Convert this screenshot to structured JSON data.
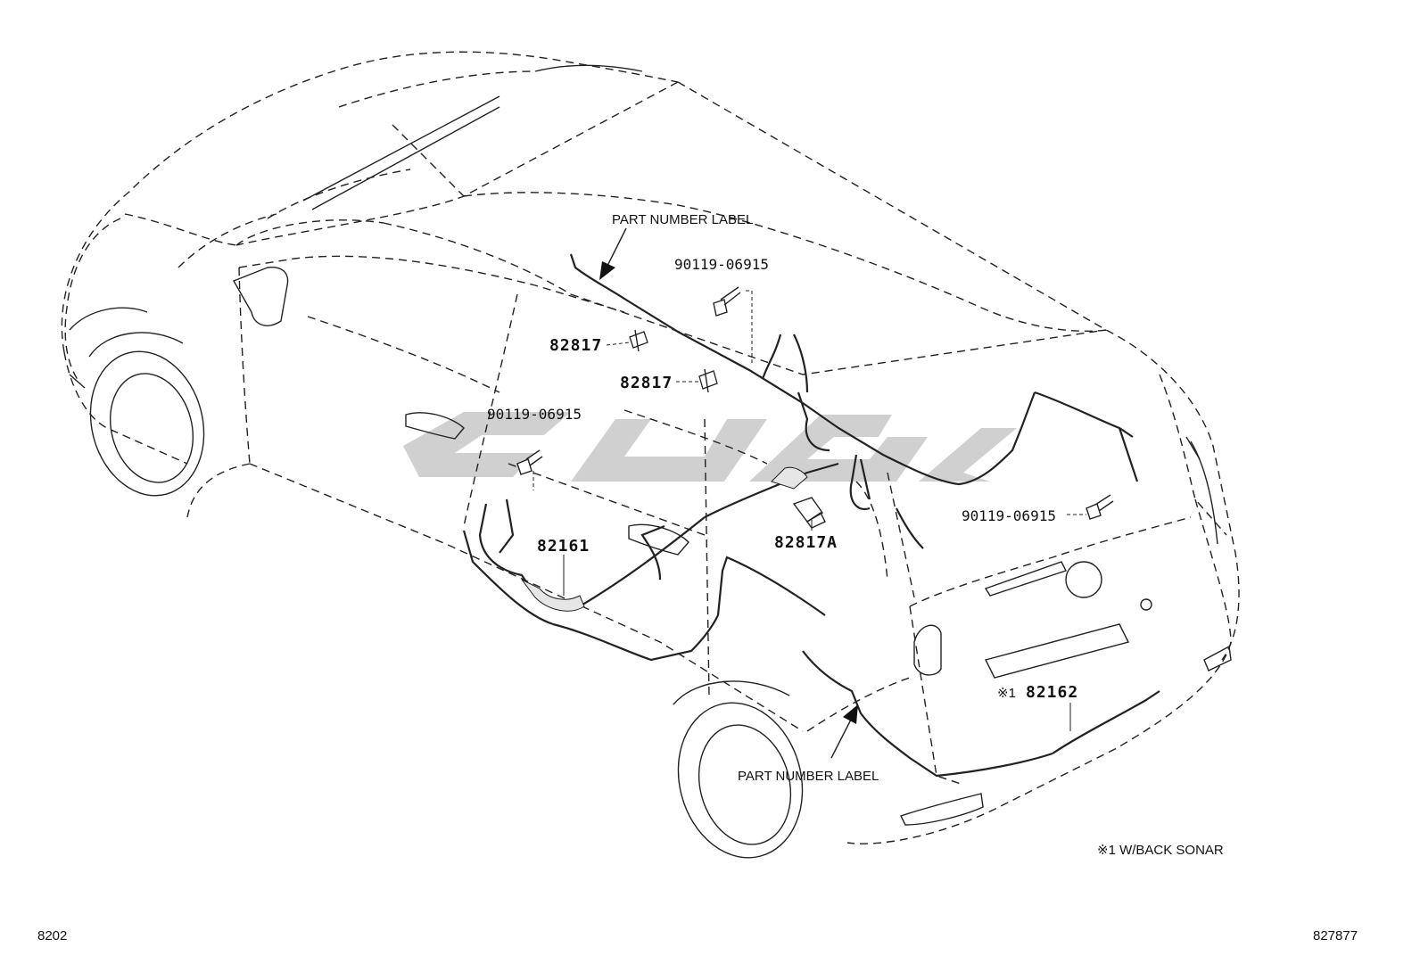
{
  "labels": {
    "part_label_top": "PART NUMBER LABEL",
    "part_label_bottom": "PART NUMBER LABEL",
    "bolt_top": "90119-06915",
    "bolt_left": "90119-06915",
    "bolt_right": "90119-06915",
    "clamp_upper": "82817",
    "clamp_lower": "82817",
    "clamp_a": "82817A",
    "harness_floor": "82161",
    "harness_back_prefix": "※1",
    "harness_back": "82162",
    "footnote": "※1 W/BACK SONAR",
    "page_code_left": "8202",
    "page_code_right": "827877"
  },
  "watermark": {
    "color": "#c8c8c8"
  }
}
